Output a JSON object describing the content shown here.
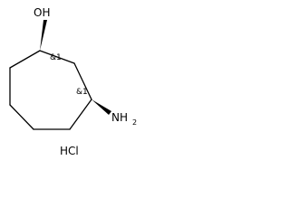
{
  "molecule": {
    "oh_label": "OH",
    "n_label": "NH",
    "n_subscript": "2",
    "stereo_1": "&1",
    "stereo_2": "&1",
    "salt_label": "HCl"
  },
  "colors": {
    "bond": "#000000",
    "text": "#000000",
    "background": "#ffffff"
  }
}
